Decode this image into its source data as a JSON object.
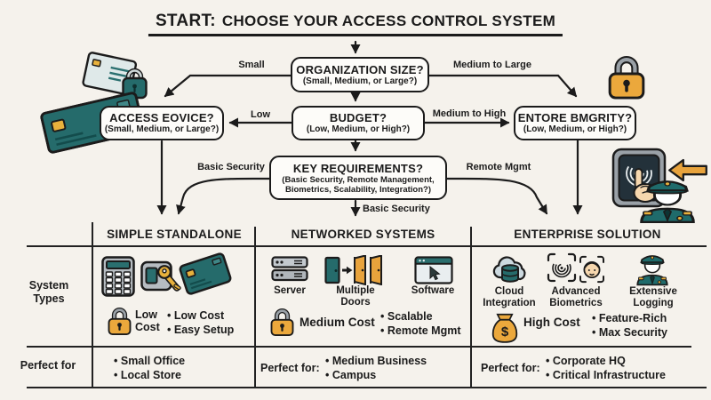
{
  "title": {
    "start": "START:",
    "rest": "CHOOSE YOUR ACCESS CONTROL SYSTEM"
  },
  "flowchart": {
    "org_size": {
      "title": "ORGANIZATION SIZE?",
      "subtitle": "(Small, Medium, or Large?)"
    },
    "access_device": {
      "title": "ACCESS EOVICE?",
      "subtitle": "(Small, Medium, or Large?)"
    },
    "budget": {
      "title": "BUDGET?",
      "subtitle": "(Low, Medium, or High?)"
    },
    "security": {
      "title": "ENTORE BMGRITY?",
      "subtitle": "(Low, Medium, or High?)"
    },
    "key_requirements": {
      "title": "KEY REQUIREMENTS?",
      "subtitle": "(Basic Security, Remote Management, Biometrics, Scalability, Integration?)"
    },
    "edge_labels": {
      "small": "Small",
      "medium_to_large": "Medium to Large",
      "low": "Low",
      "medium_to_high": "Medium to High",
      "basic_security_left": "Basic Security",
      "remote_mgmt": "Remote Mgmt",
      "basic_security_down": "Basic Security"
    }
  },
  "matrix": {
    "row_labels": {
      "system_types": "System Types",
      "perfect_for": "Perfect for"
    },
    "columns": [
      {
        "header": "SIMPLE STANDALONE",
        "icons": [
          "keypad-icon",
          "key-reader-icon",
          "access-card-icon",
          "padlock-icon"
        ],
        "cost": "Low Cost",
        "features": [
          "Low Cost",
          "Easy Setup"
        ],
        "perfect_for": [
          "Small Office",
          "Local Store"
        ]
      },
      {
        "header": "NETWORKED SYSTEMS",
        "icons": [
          "server-icon",
          "multiple-doors-icon",
          "software-icon",
          "padlock-icon"
        ],
        "icon_labels": [
          "Server",
          "Multiple Doors",
          "Software"
        ],
        "cost": "Medium Cost",
        "features": [
          "Scalable",
          "Remote Mgmt"
        ],
        "perfect_for_label": "Perfect for:",
        "perfect_for": [
          "Medium Business",
          "Campus"
        ]
      },
      {
        "header": "ENTERPRISE SOLUTION",
        "icons": [
          "cloud-database-icon",
          "fingerprint-scan-icon",
          "face-scan-icon",
          "police-officer-icon",
          "money-bag-icon"
        ],
        "icon_labels": [
          "Cloud Integration",
          "Advanced Biometrics",
          "Extensive Logging"
        ],
        "cost": "High Cost",
        "features": [
          "Feature-Rich",
          "Max Security"
        ],
        "perfect_for_label": "Perfect for:",
        "perfect_for": [
          "Corporate HQ",
          "Critical Infrastructure"
        ]
      }
    ]
  },
  "decorations": {
    "icons": [
      "id-card-lock-icon",
      "credit-card-icon",
      "padlock-icon",
      "fingerprint-scanner-icon",
      "hand-press-icon",
      "arrow-left-icon",
      "police-officer-icon"
    ],
    "money_bag_symbol": "$"
  },
  "palette": {
    "background": "#f5f2ec",
    "ink": "#1b1b1b",
    "teal": "#256b6b",
    "orange": "#e8a33c",
    "gold": "#e8b13c",
    "gray": "#b6bcc1"
  }
}
